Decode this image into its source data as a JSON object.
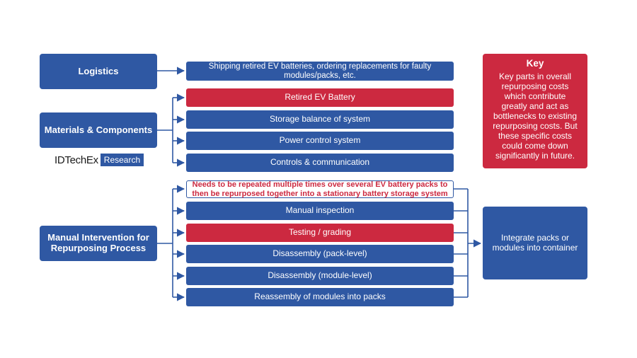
{
  "categories": {
    "logistics": "Logistics",
    "materials": "Materials & Components",
    "manual": "Manual Intervention for\nRepurposing Process"
  },
  "logistics_item": "Shipping retired EV batteries, ordering replacements for faulty modules/packs, etc.",
  "materials_items": [
    {
      "label": "Retired EV Battery",
      "highlight": true
    },
    {
      "label": "Storage balance of system",
      "highlight": false
    },
    {
      "label": "Power control system",
      "highlight": false
    },
    {
      "label": "Controls & communication",
      "highlight": false
    }
  ],
  "manual_note": "Needs to be repeated multiple times over several EV battery packs to then be repurposed together into a stationary battery storage system",
  "manual_items": [
    {
      "label": "Manual inspection",
      "highlight": false
    },
    {
      "label": "Testing / grading",
      "highlight": true
    },
    {
      "label": "Disassembly (pack-level)",
      "highlight": false
    },
    {
      "label": "Disassembly (module-level)",
      "highlight": false
    },
    {
      "label": "Reassembly of modules into packs",
      "highlight": false
    }
  ],
  "integrate": "Integrate packs or\nmodules into container",
  "key": {
    "title": "Key",
    "text": "Key parts in overall\nrepurposing costs\nwhich contribute\ngreatly and act as\nbottlenecks to existing\nrepurposing costs. But\nthese specific costs\ncould come down\nsignificantly in future."
  },
  "logo": {
    "main": "IDTechEx",
    "sub": "Research"
  },
  "colors": {
    "blue": "#2f58a3",
    "red": "#cc2940",
    "text": "#ffffff"
  }
}
